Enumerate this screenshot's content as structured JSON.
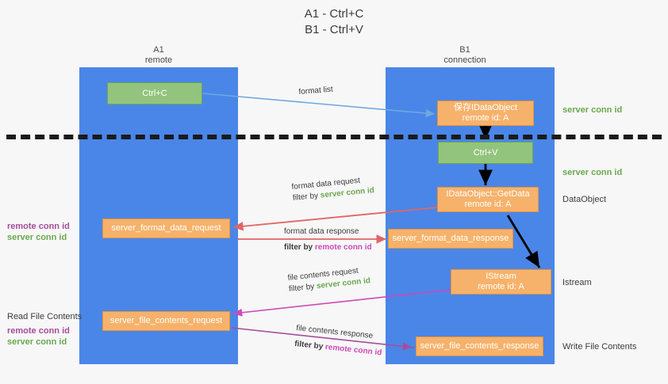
{
  "title": {
    "line1": "A1 - Ctrl+C",
    "line2": "B1 - Ctrl+V"
  },
  "lanes": [
    {
      "id": "a1",
      "name": "A1",
      "sub": "remote",
      "color": "#4a86e8"
    },
    {
      "id": "b1",
      "name": "B1",
      "sub": "connection",
      "color": "#4a86e8"
    }
  ],
  "nodes": [
    {
      "id": "ctrl-c",
      "label": "Ctrl+C",
      "sub": "",
      "style": "green"
    },
    {
      "id": "save-idataobject",
      "label": "保存IDataObject",
      "sub": "remote id: A",
      "style": "orange"
    },
    {
      "id": "ctrl-v",
      "label": "Ctrl+V",
      "sub": "",
      "style": "green"
    },
    {
      "id": "idataobject-getdata",
      "label": "IDataObject::GetData",
      "sub": "remote id: A",
      "style": "orange"
    },
    {
      "id": "server-format-data-request",
      "label": "server_format_data_request",
      "sub": "",
      "style": "orange"
    },
    {
      "id": "server-format-data-response",
      "label": "server_format_data_response",
      "sub": "",
      "style": "orange"
    },
    {
      "id": "istream",
      "label": "IStream",
      "sub": "remote id: A",
      "style": "orange"
    },
    {
      "id": "server-file-contents-request",
      "label": "server_file_contents_request",
      "sub": "",
      "style": "orange"
    },
    {
      "id": "server-file-contents-response",
      "label": "server_file_contents_response",
      "sub": "",
      "style": "orange"
    }
  ],
  "arrow_labels": [
    {
      "id": "format-list",
      "line1": "format list",
      "line2_prefix": "",
      "line2_key": "",
      "line2_suffix": ""
    },
    {
      "id": "format-data-request",
      "line1": "format data request",
      "line2_prefix": "filter by ",
      "line2_key": "server conn id",
      "line2_suffix": "",
      "key_color": "green"
    },
    {
      "id": "format-data-response",
      "line1": "format data response",
      "line2_prefix": "filter by ",
      "line2_key": "remote conn id",
      "line2_suffix": "",
      "key_color": "purple"
    },
    {
      "id": "file-contents-request",
      "line1": "file contents request",
      "line2_prefix": "filter by ",
      "line2_key": "server conn id",
      "line2_suffix": "",
      "key_color": "green"
    },
    {
      "id": "file-contents-response",
      "line1": "file contents response",
      "line2_prefix": "filter by ",
      "line2_key": "remote conn id",
      "line2_suffix": "",
      "key_color": "purple"
    }
  ],
  "side_labels": {
    "right": [
      {
        "id": "right-server-conn-id-1",
        "text": "server conn id",
        "tone": "green"
      },
      {
        "id": "right-server-conn-id-2",
        "text": "server conn id",
        "tone": "green"
      },
      {
        "id": "right-dataobject",
        "text": "DataObject",
        "tone": "plain"
      },
      {
        "id": "right-istream",
        "text": "Istream",
        "tone": "plain"
      },
      {
        "id": "right-write-file",
        "text": "Write File Contents",
        "tone": "plain"
      }
    ],
    "left": [
      {
        "id": "left-remote-conn-id-1",
        "text": "remote conn id",
        "tone": "purple"
      },
      {
        "id": "left-server-conn-id-1",
        "text": "server conn id",
        "tone": "green"
      },
      {
        "id": "left-read-file",
        "text": "Read File Contents",
        "tone": "plain"
      },
      {
        "id": "left-remote-conn-id-2",
        "text": "remote conn id",
        "tone": "purple"
      },
      {
        "id": "left-server-conn-id-2",
        "text": "server conn id",
        "tone": "green"
      }
    ]
  },
  "colors": {
    "lane": "#4a86e8",
    "green_box": "#93c47d",
    "orange_box": "#f6b26b",
    "arrow_blue": "#6fa8dc",
    "arrow_black": "#000000",
    "arrow_red": "#e06666",
    "arrow_magenta": "#cc49bb",
    "arrow_purple": "#9b59b6",
    "divider": "#1a1a1a",
    "background": "#f7f7f7"
  }
}
